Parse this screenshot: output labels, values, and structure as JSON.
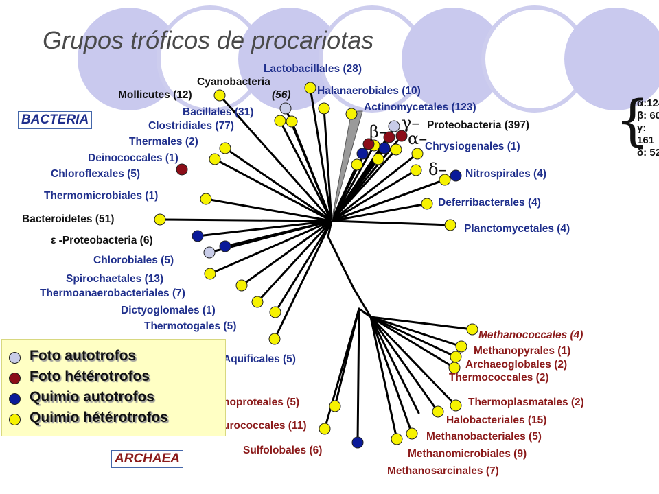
{
  "title": "Grupos tróficos de procariotas",
  "domains": {
    "bacteria": "BACTERIA",
    "archaea": "ARCHAEA"
  },
  "bacteria_labels": {
    "lactobacillales": "Lactobacillales (28)",
    "cyanobacteria": "Cyanobacteria",
    "cyanobacteria_count": "(56)",
    "halanaerobiales": "Halanaerobiales (10)",
    "mollicutes": "Mollicutes (12)",
    "actinomycetales": "Actinomycetales (123)",
    "bacillales": "Bacillales (31)",
    "clostridiales": "Clostridiales (77)",
    "proteobacteria": "Proteobacteria (397)",
    "thermales": "Thermales (2)",
    "chrysiogenales": "Chrysiogenales (1)",
    "deinococcales": "Deinococcales (1)",
    "chloroflexales": "Chloroflexales (5)",
    "nitrospirales": "Nitrospirales (4)",
    "thermomicrobiales": "Thermomicrobiales (1)",
    "deferribacterales": "Deferribacterales (4)",
    "bacteroidetes": "Bacteroidetes (51)",
    "planctomycetales": "Planctomycetales (4)",
    "epsilon_proteobacteria": "ε -Proteobacteria (6)",
    "chlorobiales": "Chlorobiales (5)",
    "spirochaetales": "Spirochaetales (13)",
    "thermoanaerobacteriales": "Thermoanaerobacteriales (7)",
    "dictyoglomales": "Dictyoglomales (1)",
    "thermotogales": "Thermotogales (5)",
    "aquificales": "Aquificales (5)"
  },
  "archaea_labels": {
    "methanococcales": "Methanococcales (4)",
    "methanopyrales": "Methanopyrales (1)",
    "archaeoglobales": "Archaeoglobales (2)",
    "thermococcales": "Thermococcales (2)",
    "thermoproteales": "noproteales (5)",
    "thermoplasmatales": "Thermoplasmatales (2)",
    "desulfurococcales": "urococcales (11)",
    "halobacteriales": "Halobacteriales (15)",
    "methanobacteriales": "Methanobacteriales (5)",
    "sulfolobales": "Sulfolobales (6)",
    "methanomicrobiales": "Methanomicrobiales (9)",
    "methanosarcinales": "Methanosarcinales (7)"
  },
  "proteobacteria_classes": {
    "beta": "β–",
    "gamma": "γ–",
    "alpha": "α–",
    "delta": "δ–"
  },
  "class_counts": {
    "alpha": "α:124",
    "beta": "β: 60",
    "gamma": "γ: 161",
    "delta": "δ: 52",
    "brace": "{"
  },
  "legend": [
    {
      "label": "Foto autotrofos",
      "color": "#c8cce8"
    },
    {
      "label": "Foto hétérotrofos",
      "color": "#8b0d18"
    },
    {
      "label": "Quimio autotrofos",
      "color": "#0a1a99"
    },
    {
      "label": "Quimio hétérotrofos",
      "color": "#f6f200"
    }
  ],
  "colors": {
    "photoautotroph": "#c8cce8",
    "photoheterotroph": "#8b0d18",
    "chemoautotroph": "#0a1a99",
    "chemoheterotroph": "#f6f200",
    "bacteria_text": "#1f2f8c",
    "archaea_text": "#8b1a1a",
    "decor_circles": "#c9c9ee"
  }
}
